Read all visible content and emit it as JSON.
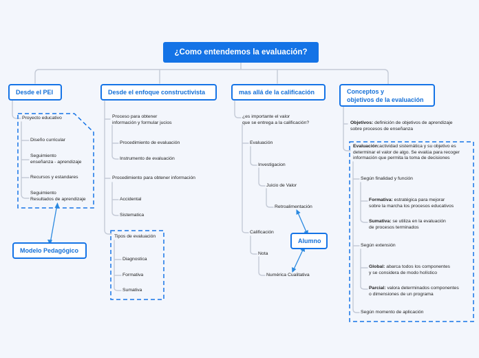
{
  "map": {
    "root": "¿Como entendemos la evaluación?",
    "branches": {
      "pei": "Desde el PEI",
      "constructivista": "Desde el enfoque constructivista",
      "calificacion": "mas allá de la calificación",
      "conceptos": "Conceptos y\nobjetivos de la evaluación"
    },
    "floating": {
      "modelo": "Modelo Pedagógico",
      "alumno": "Alumno"
    },
    "pei": {
      "proyecto": "Proyecto educativo",
      "diseno": "Diseño curricular",
      "seg_ensenanza": "Seguimiento\nenseñanza - aprendizaje",
      "recursos": "Recursos y estandares",
      "seg_resultados": "Seguimiento\nResultados de aprendizaje"
    },
    "constructivista": {
      "proceso": "Proceso para obtener\ninformación y formular jucios",
      "proc_eval": "Procedimiento de evaluación",
      "instrumento": "Instrumento de evaluación",
      "proc_info": "Procedimiento para obtener información",
      "accidental": "Accidental",
      "sistematica": "Sistematica",
      "tipos": "Tipos de evaluación",
      "diagnostica": "Diagnostica",
      "formativa": "Formativa",
      "sumativa": "Sumativa"
    },
    "calificacion": {
      "pregunta": "¿es importante el valor\nque se entrega a la calificación?",
      "evaluacion": "Evaluación",
      "investigacion": "Investigacion",
      "juicio": "Juicio de Valor",
      "retro": "Retroalimentación",
      "calificacion": "Calificación",
      "nota": "Nota",
      "numerica": "Numérica Cualitativa"
    },
    "conceptos": {
      "objetivos_label": "Objetivos:",
      "objetivos_text": " definición de objetivos de aprendizaje\nsobre procesos de enseñanza",
      "evaluacion_label": "Evaluación:",
      "evaluacion_text": "actividad sistemática y su objetivo es\ndeterminar el valor de algo. Se evalúa para recoger\ninformación que permita la toma de decisiones",
      "finalidad": "Según finalidad y función",
      "formativa_label": "Formativa:",
      "formativa_text": " estratégica para mejorar\nsobre la marcha los procesos educativos",
      "sumativa_label": "Sumativa:",
      "sumativa_text": " se utiliza en la evaluación\nde procesos terminados",
      "extension": "Según extensión",
      "global_label": "Global:",
      "global_text": " abarca todos los componentes\ny se considera de modo holístico",
      "parcial_label": "Parcial:",
      "parcial_text": " valora determinados componentes\no dimensiones de un programa",
      "momento": "Según momento de aplicación"
    }
  },
  "colors": {
    "accent": "#1473e6",
    "connector": "#c4cad6",
    "background": "#f3f6fc"
  }
}
